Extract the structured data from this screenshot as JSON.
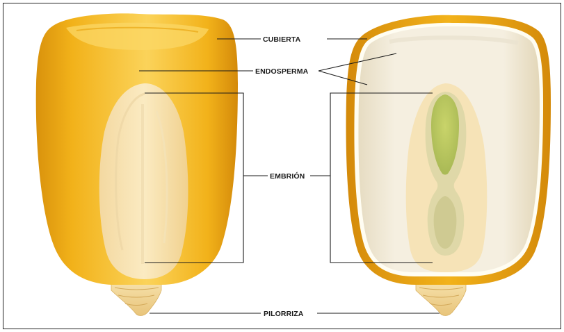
{
  "labels": {
    "cubierta": "CUBIERTA",
    "endosperma": "ENDOSPERMA",
    "embrion": "EMBRIÓN",
    "pilorriza": "PILORRIZA"
  },
  "colors": {
    "kernel_outer": "#f2b21a",
    "kernel_shade": "#d9920c",
    "kernel_light": "#fbd35a",
    "endosperm": "#f3ecdc",
    "embryo_outer": "#f7e3b6",
    "embryo_axis": "#cfd9a0",
    "embryo_green": "#b8c95a",
    "root_cap": "#f4d99a",
    "line": "#1a1a1a"
  }
}
